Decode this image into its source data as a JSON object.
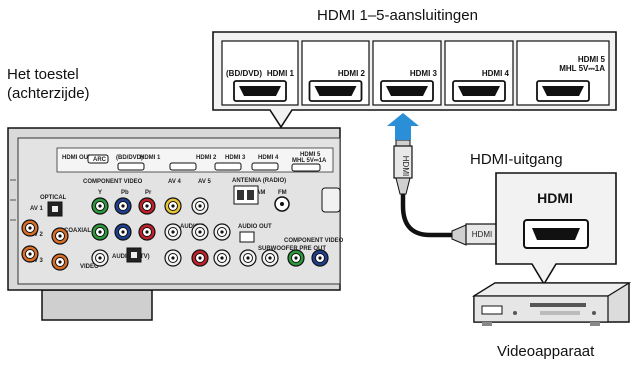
{
  "captions": {
    "hdmi_connectors": "HDMI 1–5-aansluitingen",
    "device_line1": "Het toestel",
    "device_line2": "(achterzijde)",
    "hdmi_output": "HDMI-uitgang",
    "video_device": "Videoapparaat"
  },
  "callout_ports": [
    {
      "label": "HDMI 1",
      "sublabel": "(BD/DVD)"
    },
    {
      "label": "HDMI 2",
      "sublabel": ""
    },
    {
      "label": "HDMI 3",
      "sublabel": ""
    },
    {
      "label": "HDMI 4",
      "sublabel": ""
    },
    {
      "label": "HDMI 5",
      "sublabel": "MHL 5V⎓1A"
    }
  ],
  "panel": {
    "hdmi_out": "HDMI OUT",
    "arc": "ARC",
    "bd_dvd": "(BD/DVD)",
    "hdmi1": "HDMI 1",
    "hdmi2": "HDMI 2",
    "hdmi3": "HDMI 3",
    "hdmi4": "HDMI 4",
    "hdmi5": "HDMI 5",
    "mhl": "MHL 5V⎓1A",
    "optical": "OPTICAL",
    "component_video": "COMPONENT VIDEO",
    "y": "Y",
    "pb": "Pb",
    "pr": "Pr",
    "av4": "AV 4",
    "av5": "AV 5",
    "video": "VIDEO",
    "antenna": "ANTENNA (RADIO)",
    "am": "AM",
    "fm": "FM",
    "coaxial": "COAXIAL",
    "av1": "AV 1",
    "av2": "AV 2",
    "av3": "AV 3",
    "audio1_tv": "AUDIO 1 (TV)",
    "audio2": "AUDIO 2",
    "audio_out": "AUDIO OUT",
    "subwoofer_pre_out": "SUBWOOFER PRE OUT",
    "component_video_out": "COMPONENT VIDEO"
  },
  "cable_label": "HDMI",
  "output_port_label": "HDMI",
  "colors": {
    "arrow": "#2a8fd6",
    "panel": "#d9d9d9",
    "outline": "#111111"
  }
}
